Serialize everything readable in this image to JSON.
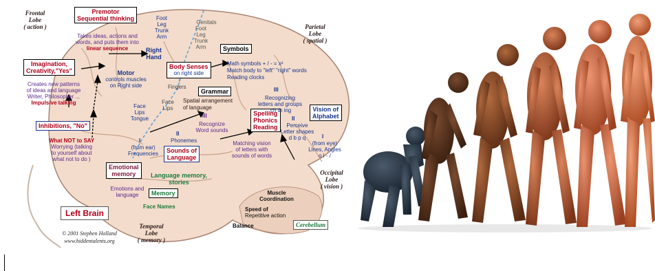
{
  "colors": {
    "red": "#b0001a",
    "navy": "#17348e",
    "purple": "#5a2a8e",
    "green": "#1e7a3e",
    "brain_fill": "#f3dccb"
  },
  "brain": {
    "frontal": {
      "l1": "Frontal",
      "l2": "Lobe",
      "l3": "( action )"
    },
    "parietal": {
      "l1": "Parietal",
      "l2": "Lobe",
      "l3": "( spatial )"
    },
    "occipital": {
      "l1": "Occipital",
      "l2": "Lobe",
      "l3": "( vision )"
    },
    "temporal": {
      "l1": "Temporal",
      "l2": "Lobe",
      "l3": "( memory )"
    },
    "premotor": {
      "l1": "Premotor",
      "l2": "Sequential thinking"
    },
    "premotor_desc": {
      "l1": "Takes ideas, actions and",
      "l2": "words, and puts them into",
      "l3": "linear sequence"
    },
    "body_parts_left": [
      "Foot",
      "Leg",
      "Trunk",
      "Arm"
    ],
    "body_parts_right": [
      "Genitals",
      "Foot",
      "Leg",
      "Trunk",
      "Arm"
    ],
    "right_hand": {
      "l1": "Right",
      "l2": "Hand"
    },
    "symbols": "Symbols",
    "symbols_desc": {
      "l1": "Math symbols  + / - = x²",
      "l2": "Match body to \"left\" \"right\" words",
      "l3": "Reading clocks"
    },
    "imagination": {
      "l1": "Imagination,",
      "l2": "Creativity,\"Yes\""
    },
    "imagination_desc": {
      "l1": "Creates new patterns",
      "l2": "of ideas and language",
      "l3": "Writer, Philosopher ...",
      "l4": "Impulsive talking"
    },
    "motor": {
      "l1": "Motor",
      "l2": "controls muscles",
      "l3": "on Right side"
    },
    "body_senses": {
      "l1": "Body Senses",
      "l2": "on right side"
    },
    "fingers": "Fingers",
    "grammar": "Grammar",
    "grammar_desc": {
      "l1": "Spatial arrangement",
      "l2": "of language"
    },
    "face_lips_left": {
      "l1": "Face",
      "l2": "Lips",
      "l3": "Tongue"
    },
    "face_lips_right": {
      "l1": "Face",
      "l2": "Lips"
    },
    "inhibitions": "Inhibitions, \"No\"",
    "what_not": {
      "l1": "What NOT to SAY",
      "l2": "Worrying (talking",
      "l3": "to yourself about",
      "l4": "what not to do )"
    },
    "roman_III_a": "III",
    "recognize": {
      "l1": "Recognize",
      "l2": "Word sounds"
    },
    "spelling": {
      "l1": "Spelling",
      "l2": "Phonics",
      "l3": "Reading"
    },
    "roman_III_b": "III",
    "recognizing_letters": {
      "l1": "Recognizing",
      "l2": "letters and groups",
      "l3": ".ch  th  ing"
    },
    "vision_alphabet": {
      "l1": "Vision of",
      "l2": "Alphabet"
    },
    "roman_II_a": "II",
    "perceive": {
      "l1": "Perceive",
      "l2": "Letter shapes",
      "l3": "d b  p q"
    },
    "roman_II_b": "II",
    "phonemes": "Phonemes",
    "roman_I_a": "I",
    "from_ear": {
      "l1": "(from ear)",
      "l2": "Frequencies"
    },
    "sounds_language": {
      "l1": "Sounds of",
      "l2": "Language"
    },
    "matching": {
      "l1": "Matching vision",
      "l2": "of letters with",
      "l3": "sounds of words"
    },
    "roman_I_b": "I",
    "from_eye": {
      "l1": "(from eye)",
      "l2": "Lines, Angles",
      "l3": "o l - /"
    },
    "emotional_memory": {
      "l1": "Emotional",
      "l2": "memory"
    },
    "language_memory": {
      "l1": "Language memory,",
      "l2": "stories"
    },
    "emotions_language": {
      "l1": "Emotions and",
      "l2": "language"
    },
    "memory": "Memory",
    "face_names": "Face Names",
    "muscle_coord": {
      "l1": "Muscle",
      "l2": "Coordination"
    },
    "speed": {
      "l1": "Speed of",
      "l2": "Repetitive action"
    },
    "balance": "Balance",
    "cerebellum": "Cerebellum",
    "left_brain": "Left Brain",
    "copyright": {
      "l1": "© 2001 Stephen Holland",
      "l2": "www.hiddentalents.org"
    }
  },
  "evolution": {
    "figures": [
      {
        "name": "chimpanzee",
        "color": "#2b3a4a"
      },
      {
        "name": "early-hominid",
        "color": "#5a3420"
      },
      {
        "name": "australopithecus",
        "color": "#8a4a2a"
      },
      {
        "name": "homo-habilis",
        "color": "#b4583a"
      },
      {
        "name": "homo-erectus",
        "color": "#cc6a48"
      },
      {
        "name": "homo-sapiens",
        "color": "#d8754f"
      }
    ]
  }
}
